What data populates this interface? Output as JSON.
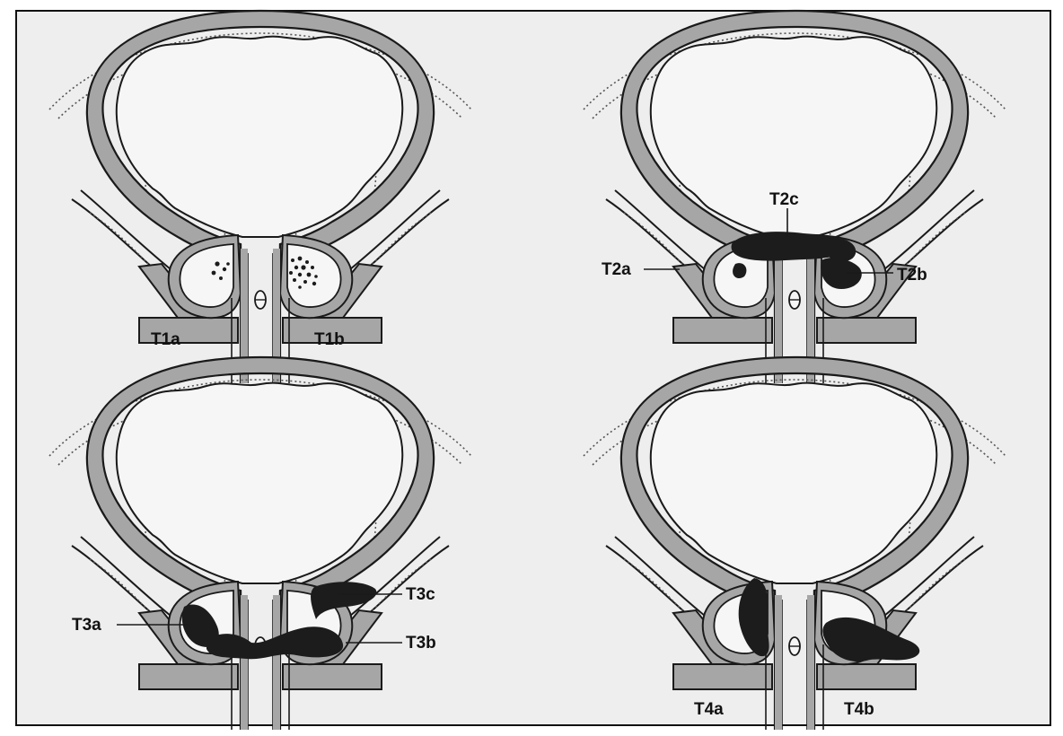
{
  "colors": {
    "paper": "#eeeeee",
    "border": "#111111",
    "wall": "#a6a6a6",
    "outline": "#1a1a1a",
    "tumor": "#1c1c1c",
    "dotted": "#555555",
    "inner": "#f6f6f6"
  },
  "panels": [
    {
      "id": "t1",
      "labels": {
        "left": "T1a",
        "right": "T1b"
      }
    },
    {
      "id": "t2",
      "labels": {
        "top": "T2c",
        "left": "T2a",
        "right": "T2b"
      }
    },
    {
      "id": "t3",
      "labels": {
        "left": "T3a",
        "upper_right": "T3c",
        "lower_right": "T3b"
      }
    },
    {
      "id": "t4",
      "labels": {
        "left": "T4a",
        "right": "T4b"
      }
    }
  ]
}
